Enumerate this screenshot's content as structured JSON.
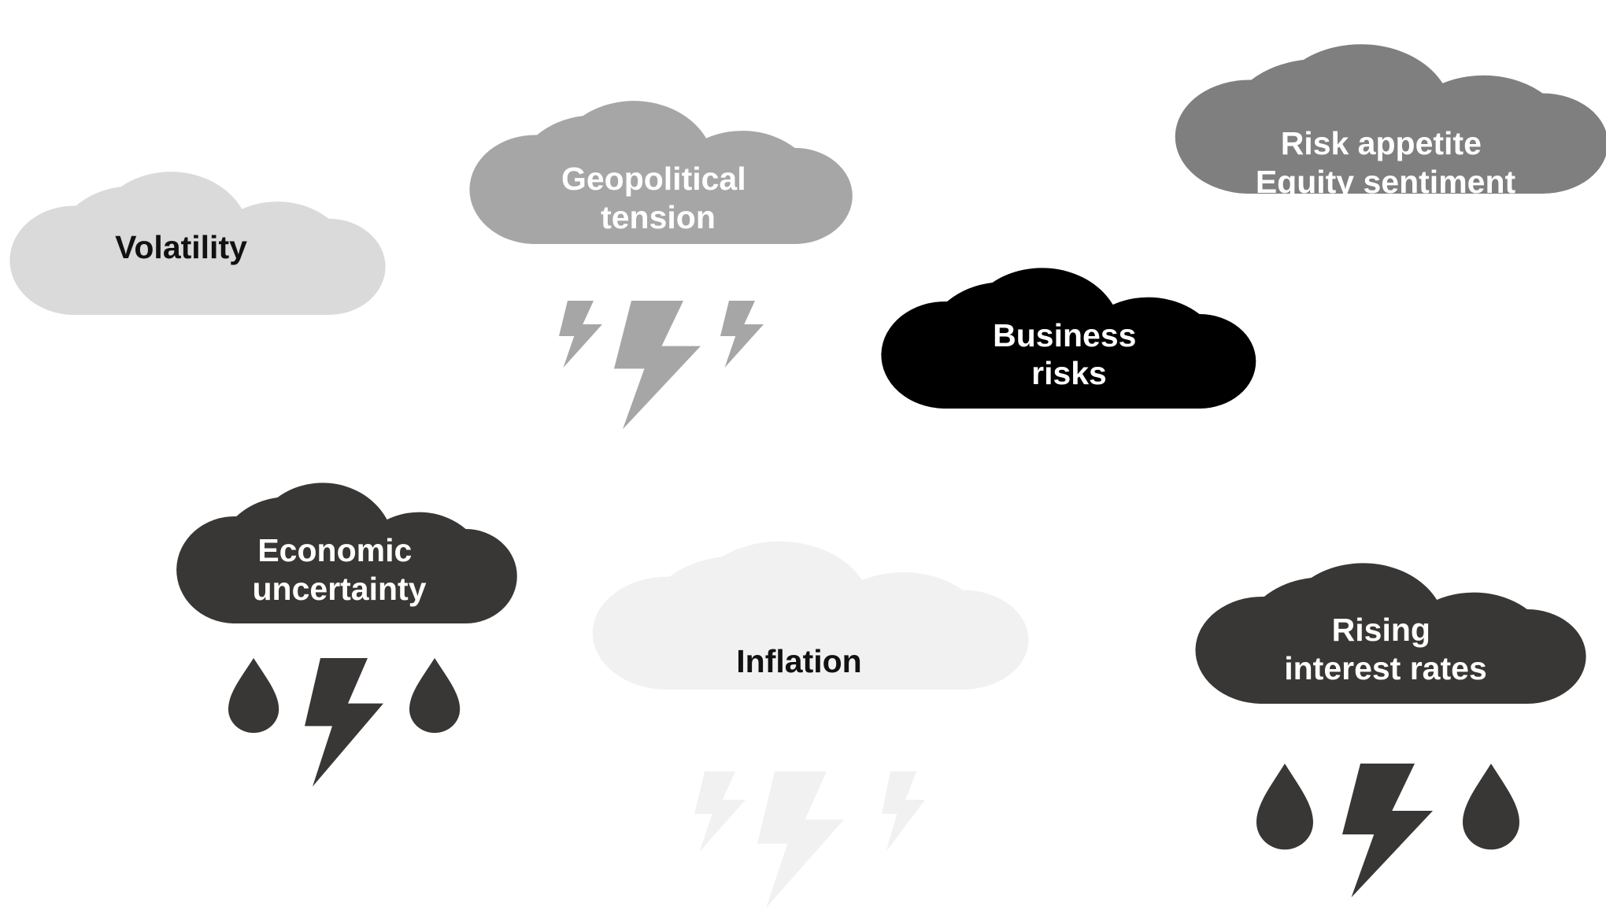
{
  "clouds": [
    {
      "id": "volatility",
      "lines": [
        "Volatility"
      ],
      "fill": "#dadada",
      "text_color": "#111111",
      "weather": "none"
    },
    {
      "id": "geopolitical-tension",
      "lines": [
        "Geopolitical",
        "tension"
      ],
      "fill": "#a6a6a6",
      "text_color": "#ffffff",
      "weather": "lightning"
    },
    {
      "id": "risk-appetite",
      "lines": [
        "Risk appetite",
        "Equity sentiment"
      ],
      "fill": "#7f7f7f",
      "text_color": "#ffffff",
      "weather": "none"
    },
    {
      "id": "business-risks",
      "lines": [
        "Business",
        "risks"
      ],
      "fill": "#000000",
      "text_color": "#ffffff",
      "weather": "none"
    },
    {
      "id": "economic-uncertainty",
      "lines": [
        "Economic",
        "uncertainty"
      ],
      "fill": "#383735",
      "text_color": "#ffffff",
      "weather": "rain-lightning"
    },
    {
      "id": "inflation",
      "lines": [
        "Inflation"
      ],
      "fill": "#f1f1f1",
      "text_color": "#111111",
      "weather": "lightning",
      "weather_color": "#f1f1f1"
    },
    {
      "id": "rising-interest-rates",
      "lines": [
        "Rising",
        "interest rates"
      ],
      "fill": "#383735",
      "text_color": "#ffffff",
      "weather": "rain-lightning"
    }
  ]
}
